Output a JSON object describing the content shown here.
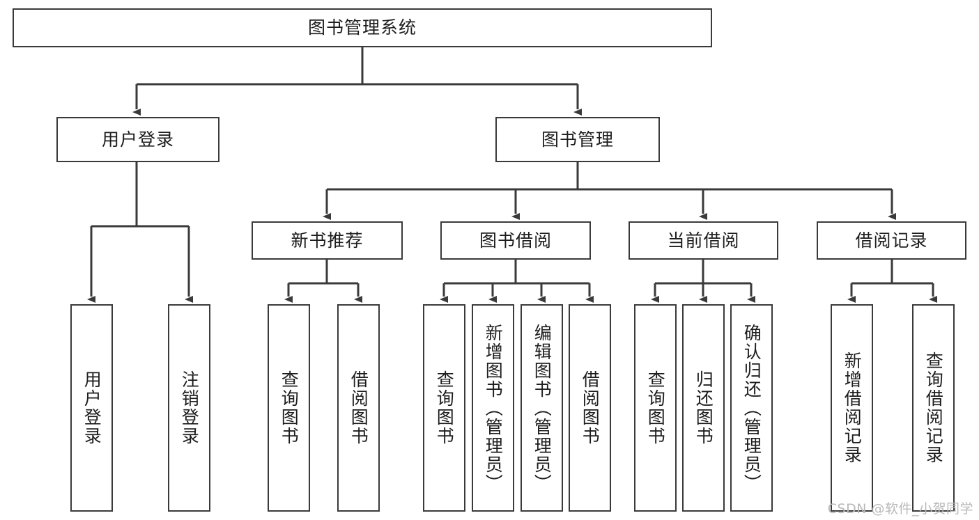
{
  "diagram": {
    "title": "图书管理系统",
    "type": "tree",
    "colors": {
      "node_border": "#3a3a3a",
      "node_fill": "#ffffff",
      "edge": "#3a3a3a",
      "text": "#1d1d1d",
      "watermark": "#b9b9b9",
      "background": "#ffffff"
    },
    "nodes": {
      "root": {
        "label": "图书管理系统"
      },
      "level2": [
        {
          "id": "user-login",
          "label": "用户登录"
        },
        {
          "id": "book-manage",
          "label": "图书管理"
        }
      ],
      "level3": [
        {
          "id": "new-book-recommend",
          "label": "新书推荐"
        },
        {
          "id": "book-borrow",
          "label": "图书借阅"
        },
        {
          "id": "current-borrow",
          "label": "当前借阅"
        },
        {
          "id": "borrow-record",
          "label": "借阅记录"
        }
      ],
      "leaves": [
        {
          "id": "leaf-user-login",
          "label": "用户登录",
          "parent": "user-login"
        },
        {
          "id": "leaf-user-logout",
          "label": "注销登录",
          "parent": "user-login"
        },
        {
          "id": "leaf-query-book-1",
          "label": "查询图书",
          "parent": "new-book-recommend"
        },
        {
          "id": "leaf-borrow-book-1",
          "label": "借阅图书",
          "parent": "new-book-recommend"
        },
        {
          "id": "leaf-query-book-2",
          "label": "查询图书",
          "parent": "book-borrow"
        },
        {
          "id": "leaf-add-book",
          "label": "新增图书（管理员）",
          "parent": "book-borrow"
        },
        {
          "id": "leaf-edit-book",
          "label": "编辑图书（管理员）",
          "parent": "book-borrow"
        },
        {
          "id": "leaf-borrow-book-2",
          "label": "借阅图书",
          "parent": "book-borrow"
        },
        {
          "id": "leaf-query-book-3",
          "label": "查询图书",
          "parent": "current-borrow"
        },
        {
          "id": "leaf-return-book",
          "label": "归还图书",
          "parent": "current-borrow"
        },
        {
          "id": "leaf-confirm-return",
          "label": "确认归还（管理员）",
          "parent": "current-borrow"
        },
        {
          "id": "leaf-add-record",
          "label": "新增借阅记录",
          "parent": "borrow-record"
        },
        {
          "id": "leaf-query-record",
          "label": "查询借阅记录",
          "parent": "borrow-record"
        }
      ]
    },
    "watermark": "CSDN @软件_小贺同学"
  }
}
